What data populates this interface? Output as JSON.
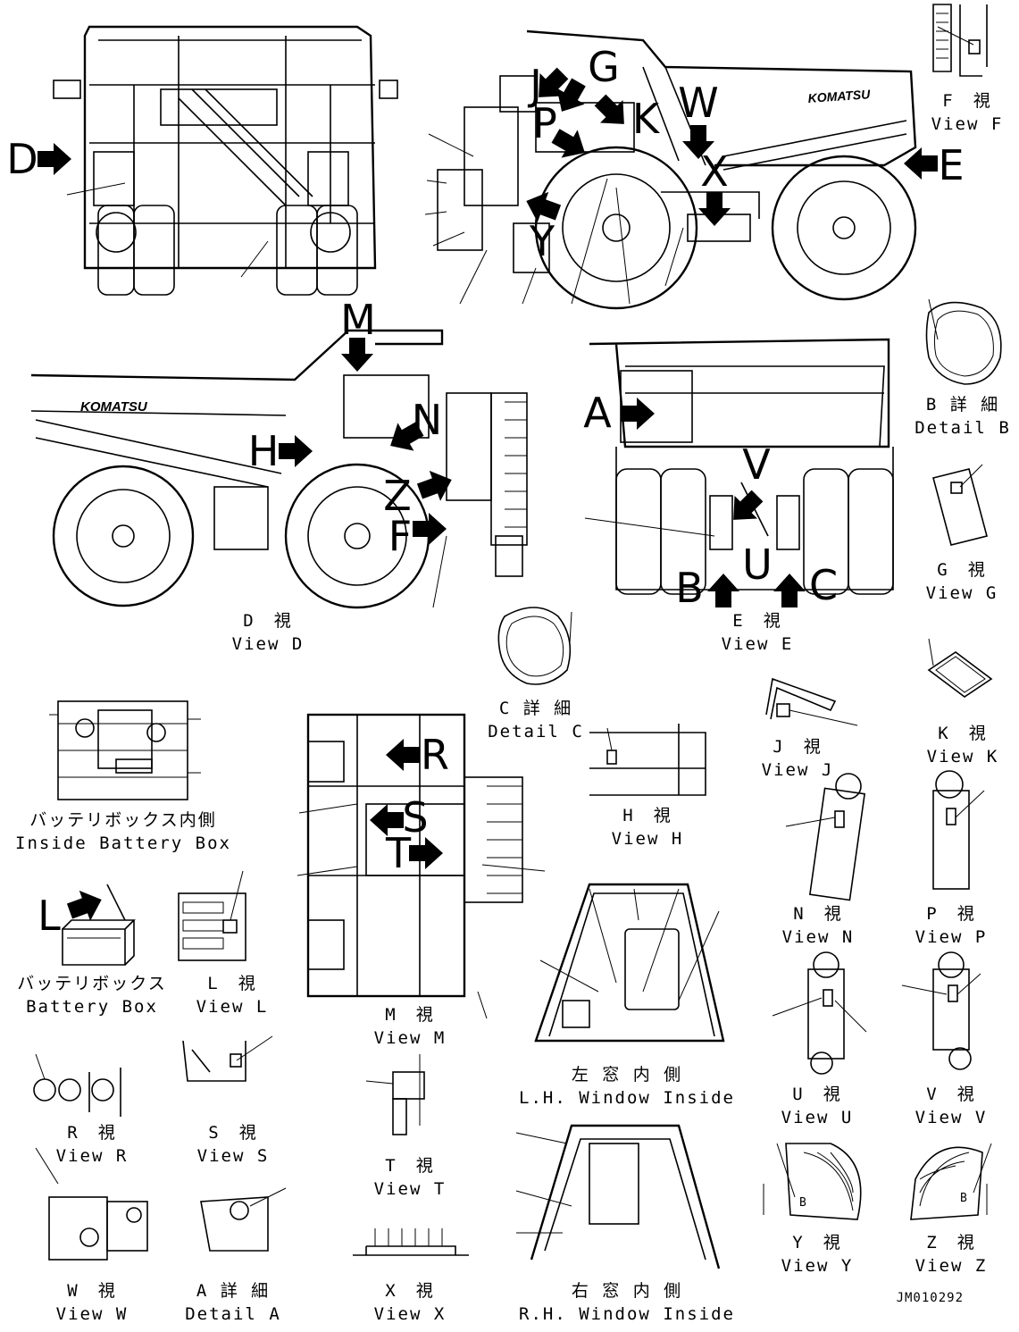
{
  "views": [
    {
      "id": "D",
      "jp": "D　視",
      "en": "View D"
    },
    {
      "id": "E",
      "jp": "E　視",
      "en": "View E"
    },
    {
      "id": "F",
      "jp": "F　視",
      "en": "View F"
    },
    {
      "id": "B",
      "jp": "B 詳 細",
      "en": "Detail B"
    },
    {
      "id": "G",
      "jp": "G　視",
      "en": "View G"
    },
    {
      "id": "C",
      "jp": "C 詳 細",
      "en": "Detail C"
    },
    {
      "id": "H",
      "jp": "H　視",
      "en": "View H"
    },
    {
      "id": "J",
      "jp": "J　視",
      "en": "View J"
    },
    {
      "id": "K",
      "jp": "K　視",
      "en": "View K"
    },
    {
      "id": "N",
      "jp": "N　視",
      "en": "View N"
    },
    {
      "id": "P",
      "jp": "P　視",
      "en": "View P"
    },
    {
      "id": "IB",
      "jp": "バッテリボックス内側",
      "en": "Inside Battery Box"
    },
    {
      "id": "BB",
      "jp": "バッテリボックス",
      "en": "Battery Box"
    },
    {
      "id": "L",
      "jp": "L　視",
      "en": "View L"
    },
    {
      "id": "M",
      "jp": "M　視",
      "en": "View M"
    },
    {
      "id": "LH",
      "jp": "左 窓 内 側",
      "en": "L.H. Window Inside"
    },
    {
      "id": "U",
      "jp": "U　視",
      "en": "View U"
    },
    {
      "id": "V",
      "jp": "V　視",
      "en": "View V"
    },
    {
      "id": "R",
      "jp": "R　視",
      "en": "View R"
    },
    {
      "id": "S",
      "jp": "S　視",
      "en": "View S"
    },
    {
      "id": "T",
      "jp": "T　視",
      "en": "View T"
    },
    {
      "id": "Y",
      "jp": "Y　視",
      "en": "View Y"
    },
    {
      "id": "Z",
      "jp": "Z　視",
      "en": "View Z"
    },
    {
      "id": "W",
      "jp": "W　視",
      "en": "View W"
    },
    {
      "id": "A",
      "jp": "A 詳 細",
      "en": "Detail A"
    },
    {
      "id": "X",
      "jp": "X　視",
      "en": "View X"
    },
    {
      "id": "RH",
      "jp": "右 窓 内 側",
      "en": "R.H. Window Inside"
    }
  ],
  "callouts": {
    "D": "D",
    "E": "E",
    "G": "G",
    "W": "W",
    "X": "X",
    "K": "K",
    "P": "P",
    "J": "J",
    "Y": "Y",
    "M": "M",
    "N": "N",
    "H": "H",
    "Z": "Z",
    "F": "F",
    "A": "A",
    "V": "V",
    "B": "B",
    "C": "C",
    "U": "U",
    "L": "L",
    "R": "R",
    "S": "S",
    "T": "T"
  },
  "brand": "KOMATSU",
  "detail_tag": "B",
  "doc_number": "JM010292"
}
